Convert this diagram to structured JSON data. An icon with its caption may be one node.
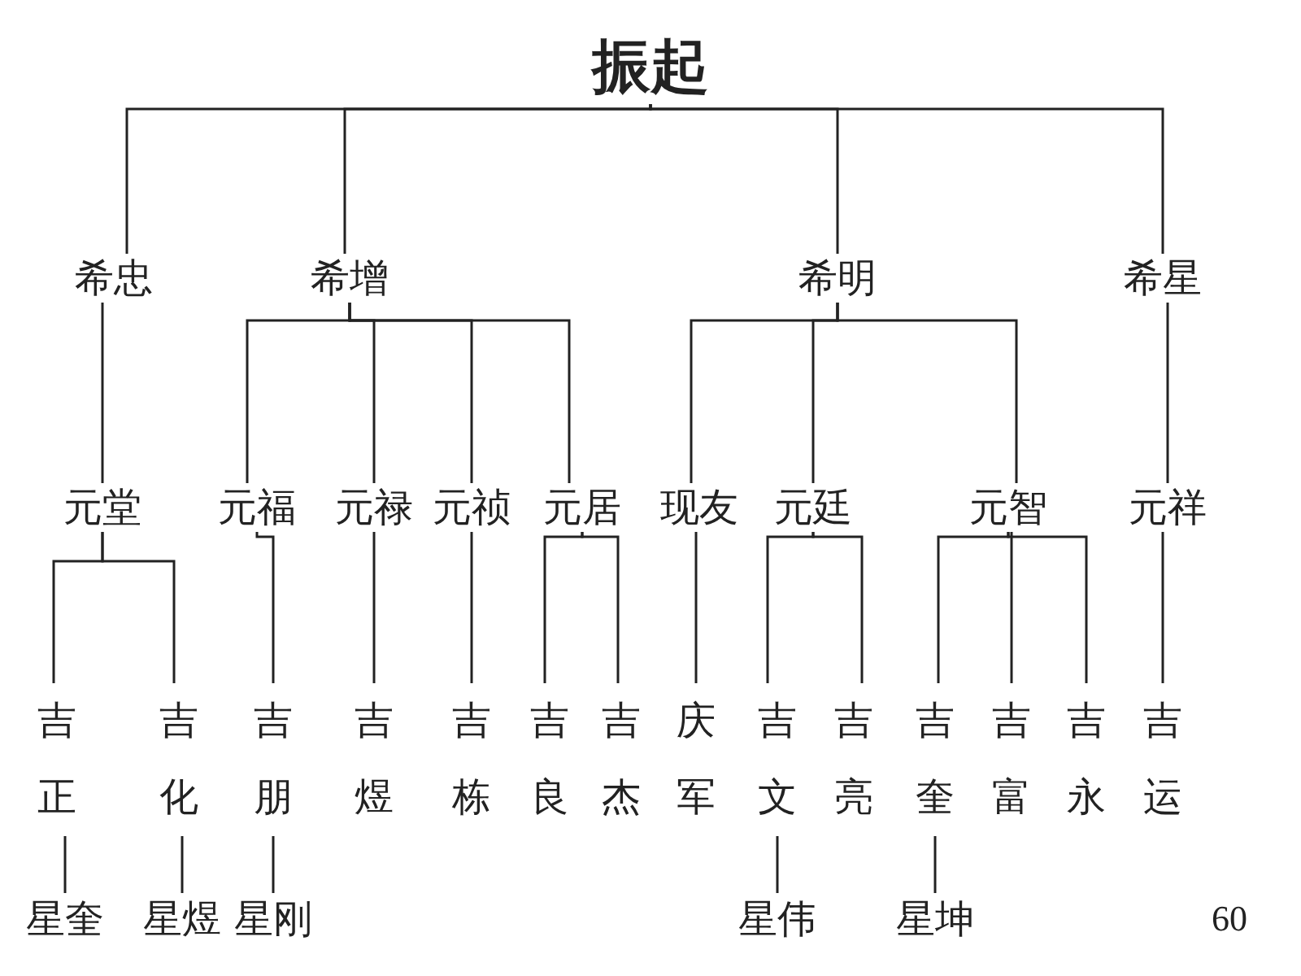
{
  "diagram": {
    "nodes": [
      {
        "text": [
          "振起"
        ]
      },
      {
        "text": [
          "希忠"
        ]
      },
      {
        "text": [
          "希增"
        ]
      },
      {
        "text": [
          "希明"
        ]
      },
      {
        "text": [
          "希星"
        ]
      },
      {
        "text": [
          "元堂"
        ]
      },
      {
        "text": [
          "元福"
        ]
      },
      {
        "text": [
          "元禄"
        ]
      },
      {
        "text": [
          "元祯"
        ]
      },
      {
        "text": [
          "元居"
        ]
      },
      {
        "text": [
          "现友"
        ]
      },
      {
        "text": [
          "元廷"
        ]
      },
      {
        "text": [
          "元智"
        ]
      },
      {
        "text": [
          "元祥"
        ]
      },
      {
        "text": [
          "吉正"
        ]
      },
      {
        "text": [
          "吉化"
        ]
      },
      {
        "text": [
          "吉朋"
        ]
      },
      {
        "text": [
          "吉煜"
        ]
      },
      {
        "text": [
          "吉栋"
        ]
      },
      {
        "text": [
          "吉良"
        ]
      },
      {
        "text": [
          "吉杰"
        ]
      },
      {
        "text": [
          "庆军"
        ]
      },
      {
        "text": [
          "吉文"
        ]
      },
      {
        "text": [
          "吉亮"
        ]
      },
      {
        "text": [
          "吉奎"
        ]
      },
      {
        "text": [
          "吉富"
        ]
      },
      {
        "text": [
          "吉永"
        ]
      },
      {
        "text": [
          "吉运"
        ]
      },
      {
        "text": [
          "星奎"
        ]
      },
      {
        "text": [
          "星煜"
        ]
      },
      {
        "text": [
          "星刚"
        ]
      },
      {
        "text": [
          "星伟"
        ]
      },
      {
        "text": [
          "星坤"
        ]
      }
    ],
    "edges": [
      {
        "from": 0,
        "to": 1,
        "arrow": "none"
      },
      {
        "from": 0,
        "to": 2,
        "arrow": "none"
      },
      {
        "from": 0,
        "to": 3,
        "arrow": "none"
      },
      {
        "from": 0,
        "to": 4,
        "arrow": "none"
      },
      {
        "from": 1,
        "to": 5,
        "arrow": "none"
      },
      {
        "from": 2,
        "to": 6,
        "arrow": "none"
      },
      {
        "from": 2,
        "to": 7,
        "arrow": "none"
      },
      {
        "from": 2,
        "to": 8,
        "arrow": "none"
      },
      {
        "from": 2,
        "to": 9,
        "arrow": "none"
      },
      {
        "from": 3,
        "to": 10,
        "arrow": "none"
      },
      {
        "from": 3,
        "to": 11,
        "arrow": "none"
      },
      {
        "from": 3,
        "to": 12,
        "arrow": "none"
      },
      {
        "from": 4,
        "to": 13,
        "arrow": "none"
      },
      {
        "from": 5,
        "to": 14,
        "arrow": "none"
      },
      {
        "from": 5,
        "to": 15,
        "arrow": "none"
      },
      {
        "from": 6,
        "to": 16,
        "arrow": "none"
      },
      {
        "from": 7,
        "to": 17,
        "arrow": "none"
      },
      {
        "from": 8,
        "to": 18,
        "arrow": "none"
      },
      {
        "from": 9,
        "to": 19,
        "arrow": "none"
      },
      {
        "from": 9,
        "to": 20,
        "arrow": "none"
      },
      {
        "from": 10,
        "to": 21,
        "arrow": "none"
      },
      {
        "from": 11,
        "to": 22,
        "arrow": "none"
      },
      {
        "from": 11,
        "to": 23,
        "arrow": "none"
      },
      {
        "from": 12,
        "to": 24,
        "arrow": "none"
      },
      {
        "from": 12,
        "to": 25,
        "arrow": "none"
      },
      {
        "from": 12,
        "to": 26,
        "arrow": "none"
      },
      {
        "from": 13,
        "to": 27,
        "arrow": "none"
      },
      {
        "from": 14,
        "to": 28,
        "arrow": "none"
      },
      {
        "from": 15,
        "to": 29,
        "arrow": "none"
      },
      {
        "from": 16,
        "to": 30,
        "arrow": "none"
      },
      {
        "from": 22,
        "to": 31,
        "arrow": "none"
      },
      {
        "from": 24,
        "to": 32,
        "arrow": "none"
      }
    ],
    "labels": [
      "60"
    ]
  }
}
